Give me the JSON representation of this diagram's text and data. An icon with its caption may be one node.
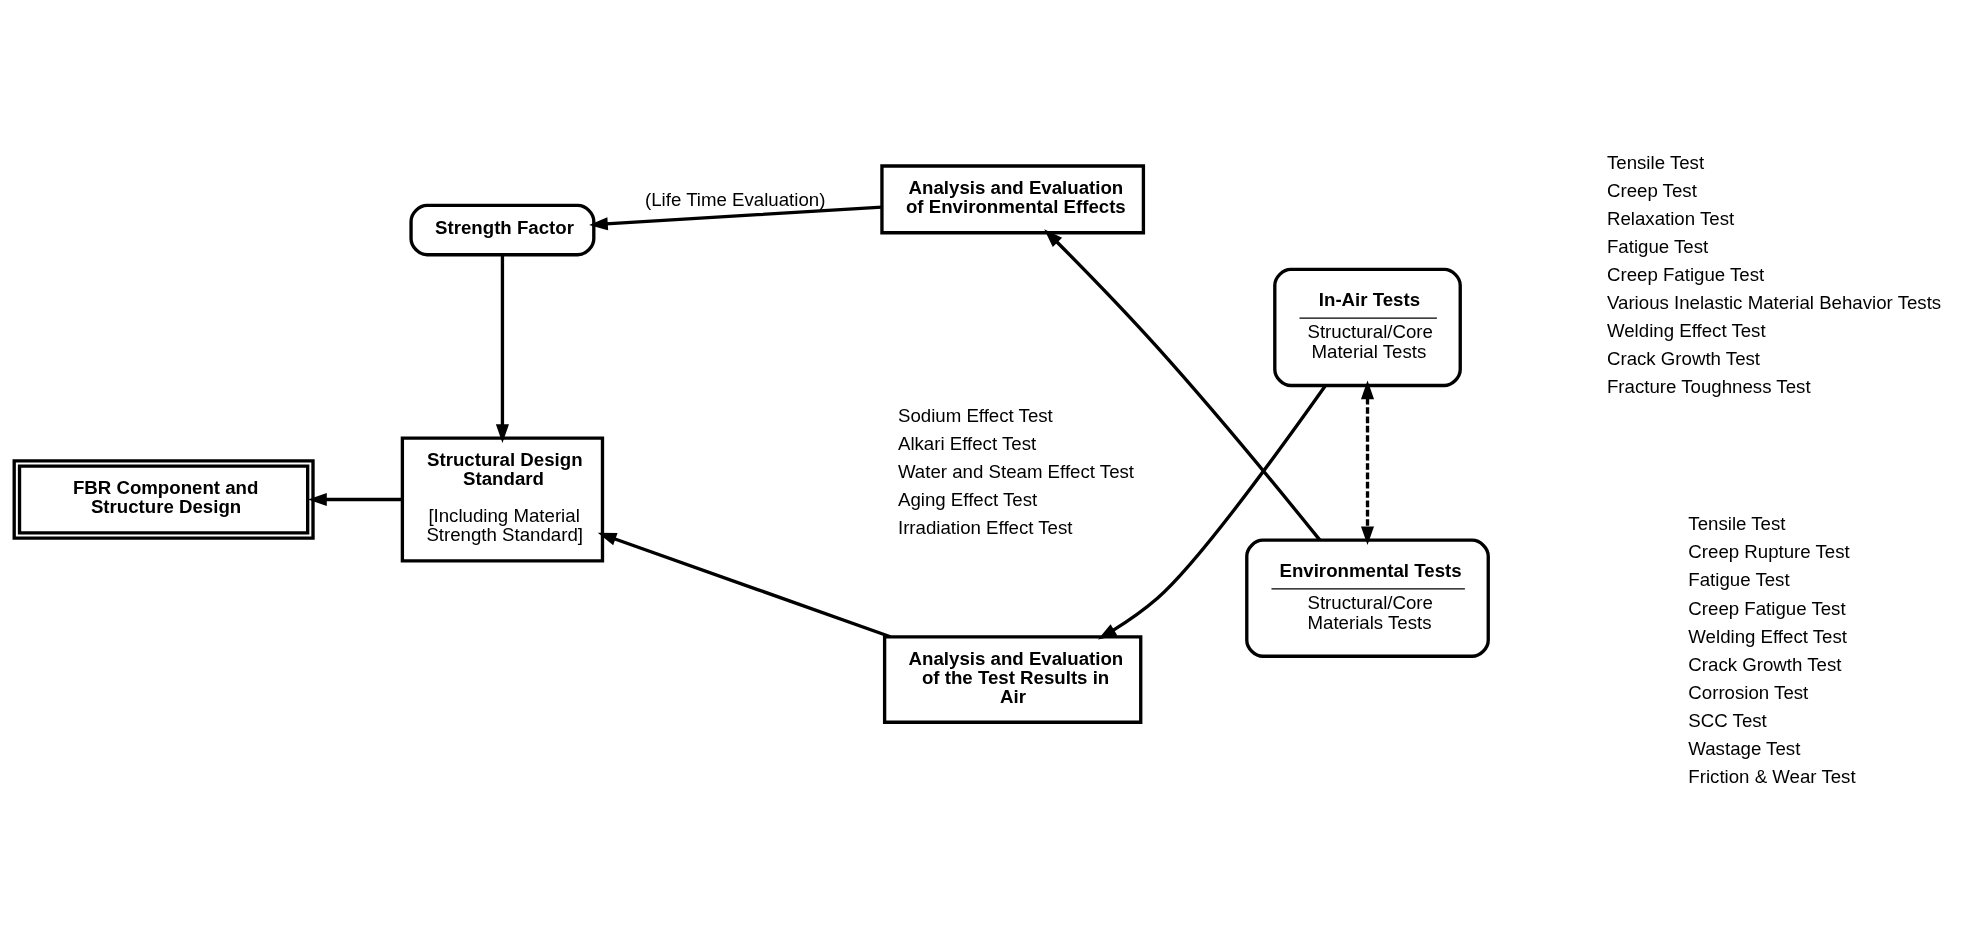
{
  "diagram": {
    "nodes": [
      {
        "text": [
          "FBR Component and Structure Design"
        ]
      },
      {
        "text": [
          "Structural Design Standard",
          "[Including Material Strength Standard]"
        ]
      },
      {
        "text": [
          "Analysis and Evaluation of the Test Results in Air"
        ]
      },
      {
        "text": [
          "In-Air Tests",
          "Structural/Core Material Tests"
        ],
        "beside": [
          "Tensile Test",
          "Creep Test",
          "Relaxation Test",
          "Fatigue Test",
          "Creep Fatigue Test",
          "Various Inelastic Material Behavior Tests",
          "Welding Effect Test",
          "Crack Growth Test",
          "Fracture Toughness Test"
        ]
      },
      {
        "text": [
          "Strength Factor"
        ]
      },
      {
        "text": [
          "Analysis and Evaluation of Environmental Effects"
        ],
        "beside": [
          "Sodium Effect Test",
          "Alkari Effect Test",
          "Water and Steam Effect Test",
          "Aging Effect Test",
          "Irradiation Effect Test"
        ]
      },
      {
        "text": [
          "Environmental Tests",
          "Structural/Core Materials Tests"
        ],
        "beside": [
          "Tensile Test",
          "Creep Rupture Test",
          "Fatigue Test",
          "Creep Fatigue Test",
          "Welding Effect Test",
          "Crack Growth Test",
          "Corrosion Test",
          "SCC Test",
          "Wastage Test",
          "Friction & Wear Test"
        ]
      }
    ],
    "edges": [
      {
        "from": 1,
        "to": 0,
        "arrow": "to"
      },
      {
        "from": 2,
        "to": 1,
        "arrow": "to"
      },
      {
        "from": 3,
        "to": 2,
        "arrow": "to"
      },
      {
        "from": 3,
        "to": 6,
        "arrow": "both",
        "style": "dashed"
      },
      {
        "from": 4,
        "to": 1,
        "arrow": "to"
      },
      {
        "from": 5,
        "to": 4,
        "arrow": "to",
        "label": "(Life Time Evaluation)"
      },
      {
        "from": 6,
        "to": 5,
        "arrow": "to"
      }
    ]
  }
}
